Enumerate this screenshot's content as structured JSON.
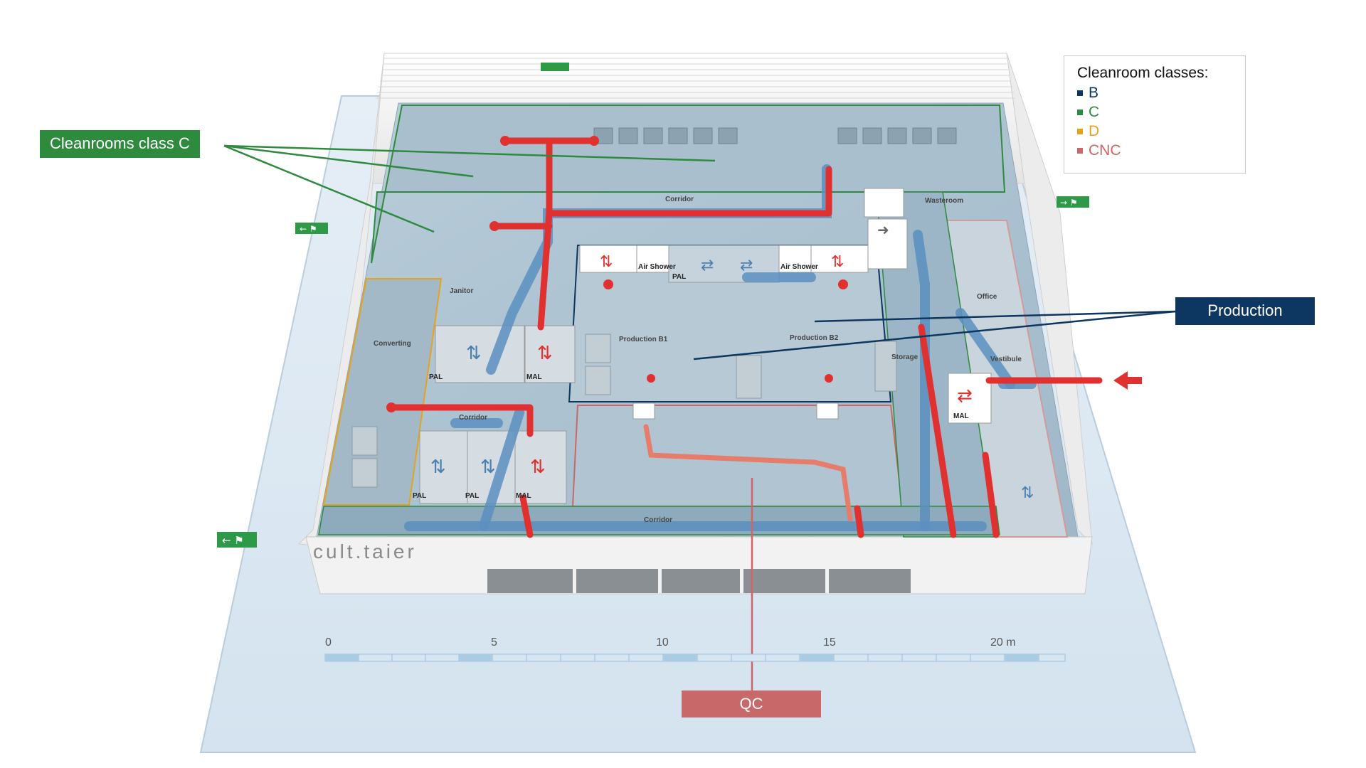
{
  "callouts": {
    "cleanrooms_c": "Cleanrooms class C",
    "production": "Production",
    "qc": "QC"
  },
  "legend": {
    "title": "Cleanroom classes:",
    "items": [
      {
        "label": "B",
        "color": "#0d3660"
      },
      {
        "label": "C",
        "color": "#2e8b3e"
      },
      {
        "label": "D",
        "color": "#e5a31c"
      },
      {
        "label": "CNC",
        "color": "#c96868"
      }
    ]
  },
  "rooms": {
    "corridor_top": "Corridor",
    "wasteroom": "Wasteroom",
    "janitor": "Janitor",
    "converting": "Converting",
    "production_b1": "Production B1",
    "production_b2": "Production B2",
    "corridor_mid": "Corridor",
    "corridor_bottom": "Corridor",
    "storage": "Storage",
    "office": "Office",
    "vestibule": "Vestibule"
  },
  "tags": {
    "pal": "PAL",
    "mal": "MAL",
    "air_shower": "Air Shower"
  },
  "brand": "cult.taier",
  "scale": {
    "ticks": [
      "0",
      "5",
      "10",
      "15",
      "20 m"
    ]
  },
  "colors": {
    "supply_air": "#e03030",
    "return_air": "#5a8fc0",
    "class_b": "#0d3660",
    "class_c": "#2e8b3e",
    "class_d": "#e5a31c",
    "class_cnc": "#c96868",
    "exit_sign": "#2e9a48"
  }
}
